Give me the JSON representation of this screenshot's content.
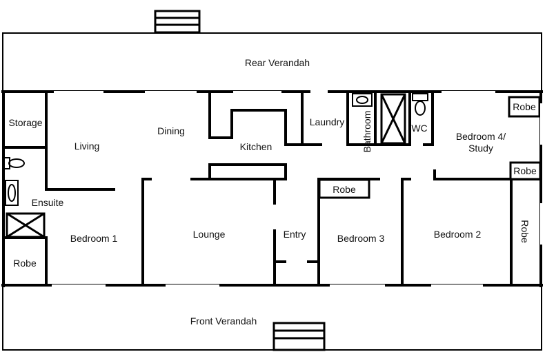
{
  "rooms": {
    "rear_verandah": "Rear Verandah",
    "front_verandah": "Front Verandah",
    "storage": "Storage",
    "living": "Living",
    "dining": "Dining",
    "kitchen": "Kitchen",
    "laundry": "Laundry",
    "bathroom": "Bathroom",
    "wc": "WC",
    "bedroom4_line1": "Bedroom 4/",
    "bedroom4_line2": "Study",
    "ensuite": "Ensuite",
    "bedroom1": "Bedroom 1",
    "lounge": "Lounge",
    "entry": "Entry",
    "bedroom3": "Bedroom 3",
    "bedroom2": "Bedroom 2",
    "robe_bedroom1": "Robe",
    "robe_bedroom3": "Robe",
    "robe_bedroom4_top": "Robe",
    "robe_bedroom4_bottom": "Robe",
    "robe_bedroom2_side": "Robe"
  },
  "colors": {
    "wall": "#000000",
    "window": "#ffffff",
    "background": "#ffffff"
  }
}
